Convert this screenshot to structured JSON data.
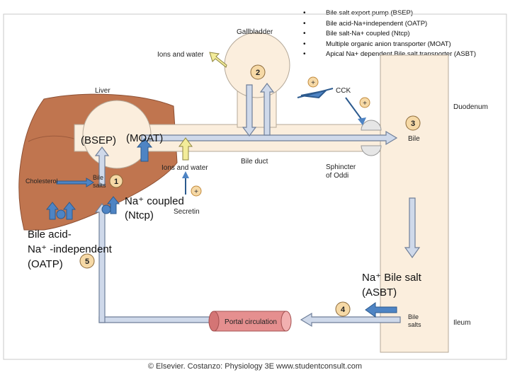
{
  "bullets": [
    "Bile salt export pump (BSEP)",
    "Bile acid-Na+independent (OATP)",
    "Bile salt-Na+ coupled (Ntcp)",
    "Multiple organic anion transporter (MOAT)",
    "Apical Na+ dependent Bile salt transporter (ASBT)"
  ],
  "labels": {
    "gallbladder": "Gallbladder",
    "ions_water_top": "Ions and water",
    "ions_water_mid": "Ions and water",
    "liver": "Liver",
    "cck": "CCK",
    "duodenum": "Duodenum",
    "bile_right": "Bile",
    "bile_duct": "Bile duct",
    "sphincter_line1": "Sphincter",
    "sphincter_line2": "of Oddi",
    "cholesterol": "Cholesterol",
    "bile_salts_liver_1": "Bile",
    "bile_salts_liver_2": "salts",
    "secretin": "Secretin",
    "bile_salts_ileum_1": "Bile",
    "bile_salts_ileum_2": "salts",
    "ileum": "Ileum",
    "portal_circulation": "Portal circulation",
    "plus": "+"
  },
  "overlay": {
    "bsep": "(BSEP)",
    "moat": "(MOAT)",
    "ntcp_line1": "Na⁺ coupled",
    "ntcp_line2": "(Ntcp)",
    "oatp_line1": "Bile acid-",
    "oatp_line2": "Na⁺ -independent",
    "oatp_line3": "(OATP)",
    "asbt_line1": "Na⁺ Bile salt",
    "asbt_line2": "(ASBT)"
  },
  "steps": [
    "1",
    "2",
    "3",
    "4",
    "5"
  ],
  "footer": "© Elsevier. Costanzo: Physiology 3E www.studentconsult.com",
  "colors": {
    "liver": "#c0754f",
    "duct": "#fbeedd",
    "arrow_fill": "#cfd9ea",
    "arrow_stroke": "#6f7f99",
    "blue_arrow": "#4e84c4",
    "yellow_arrow": "#f3ec9a",
    "step_circle": "#f6d9a6",
    "portal": "#e58f8f"
  }
}
